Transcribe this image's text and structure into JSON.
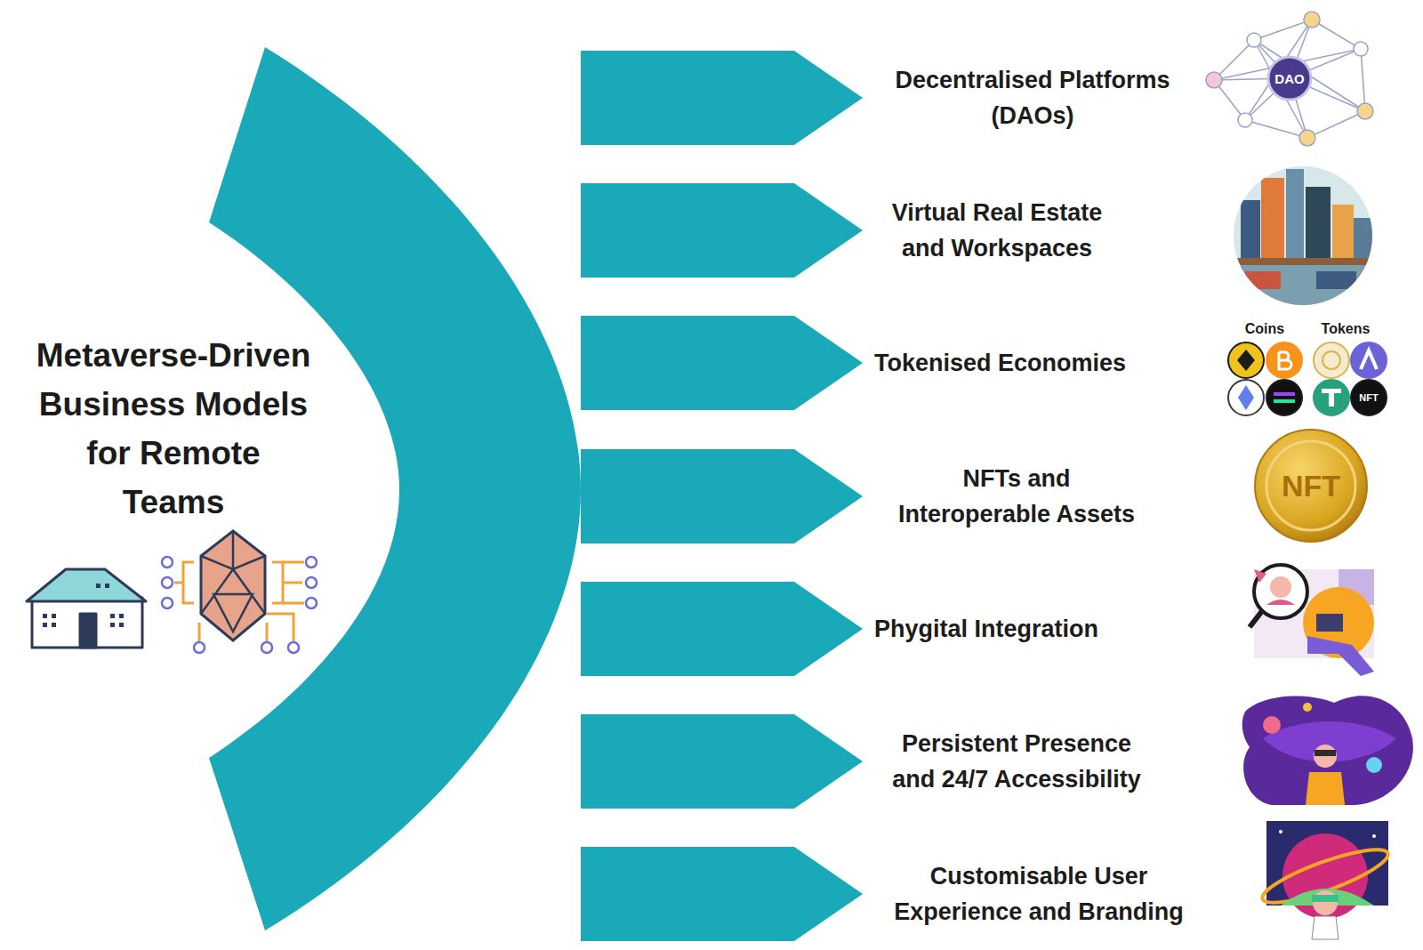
{
  "diagram": {
    "title": "Metaverse-Driven Business Models for Remote Teams",
    "nodes": [
      {
        "text": [
          "Decentralised Platforms (DAOs)"
        ]
      },
      {
        "text": [
          "Virtual Real Estate and Workspaces"
        ]
      },
      {
        "text": [
          "Tokenised Economies"
        ]
      },
      {
        "text": [
          "NFTs and Interoperable Assets"
        ]
      },
      {
        "text": [
          "Phygital Integration"
        ]
      },
      {
        "text": [
          "Persistent Presence and 24/7 Accessibility"
        ]
      },
      {
        "text": [
          "Customisable User Experience and Branding"
        ]
      }
    ],
    "labels": [
      "DAO",
      "Coins",
      "Tokens",
      "NFT",
      "NFT"
    ]
  }
}
